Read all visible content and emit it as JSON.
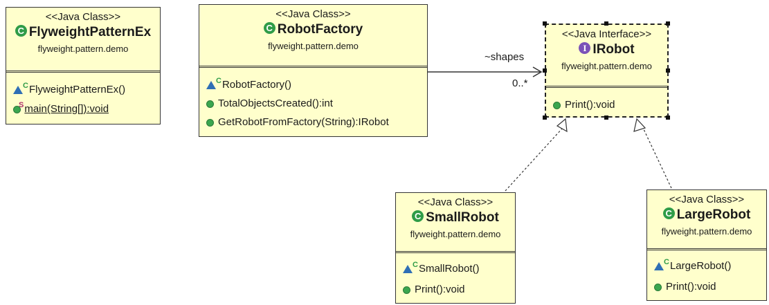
{
  "classes": {
    "flyweight_ex": {
      "stereotype": "<<Java Class>>",
      "name": "FlyweightPatternEx",
      "package": "flyweight.pattern.demo",
      "members": [
        "FlyweightPatternEx()",
        "main(String[]):void"
      ]
    },
    "robot_factory": {
      "stereotype": "<<Java Class>>",
      "name": "RobotFactory",
      "package": "flyweight.pattern.demo",
      "members": [
        "RobotFactory()",
        "TotalObjectsCreated():int",
        "GetRobotFromFactory(String):IRobot"
      ]
    },
    "irobot": {
      "stereotype": "<<Java Interface>>",
      "name": "IRobot",
      "package": "flyweight.pattern.demo",
      "members": [
        "Print():void"
      ]
    },
    "small_robot": {
      "stereotype": "<<Java Class>>",
      "name": "SmallRobot",
      "package": "flyweight.pattern.demo",
      "members": [
        "SmallRobot()",
        "Print():void"
      ]
    },
    "large_robot": {
      "stereotype": "<<Java Class>>",
      "name": "LargeRobot",
      "package": "flyweight.pattern.demo",
      "members": [
        "LargeRobot()",
        "Print():void"
      ]
    }
  },
  "association": {
    "role": "~shapes",
    "multiplicity": "0..*"
  },
  "icons": {
    "class": "class-icon",
    "interface": "interface-icon",
    "public_method": "public-method-icon",
    "constructor": "constructor-icon",
    "static_method": "static-method-icon"
  },
  "colors": {
    "box_fill": "#ffffcc",
    "class_icon": "#2f9c48",
    "interface_icon": "#7b52b8",
    "constructor_icon": "#2f6fb5"
  }
}
